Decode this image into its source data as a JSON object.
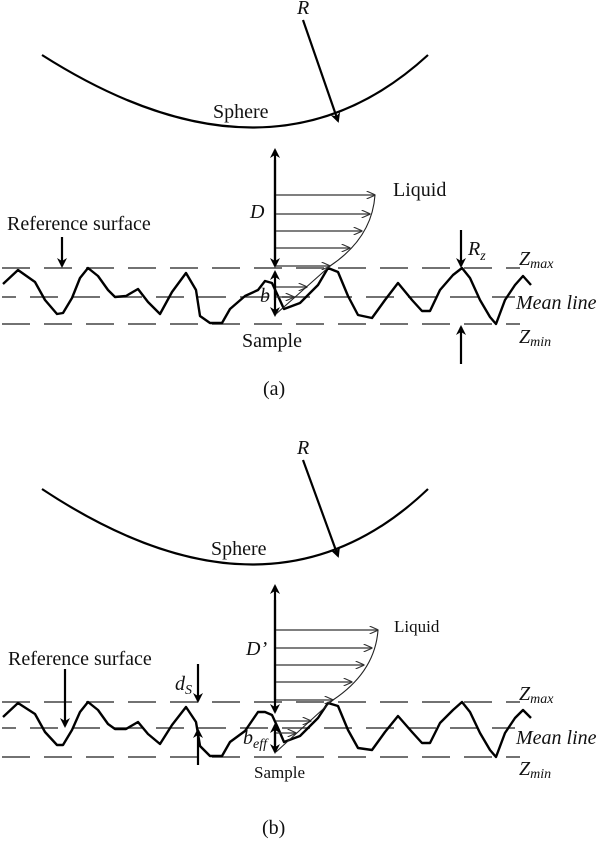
{
  "panels": [
    {
      "id": "a",
      "caption": "(a)",
      "labels": {
        "radius": "R",
        "sphere": "Sphere",
        "liquid": "Liquid",
        "gap": "D",
        "slip": "b",
        "reference": "Reference surface",
        "roughness_main": "R",
        "roughness_sub": "z",
        "zmax_main": "Z",
        "zmax_sub": "max",
        "mean_line": "Mean line",
        "zmin_main": "Z",
        "zmin_sub": "min",
        "sample": "Sample"
      }
    },
    {
      "id": "b",
      "caption": "(b)",
      "labels": {
        "radius": "R",
        "sphere": "Sphere",
        "liquid": "Liquid",
        "gap": "D’",
        "slip_main": "b",
        "slip_sub": "eff",
        "reference": "Reference surface",
        "offset_main": "d",
        "offset_sub": "S",
        "zmax_main": "Z",
        "zmax_sub": "max",
        "mean_line": "Mean line",
        "zmin_main": "Z",
        "zmin_sub": "min",
        "sample": "Sample"
      }
    }
  ]
}
